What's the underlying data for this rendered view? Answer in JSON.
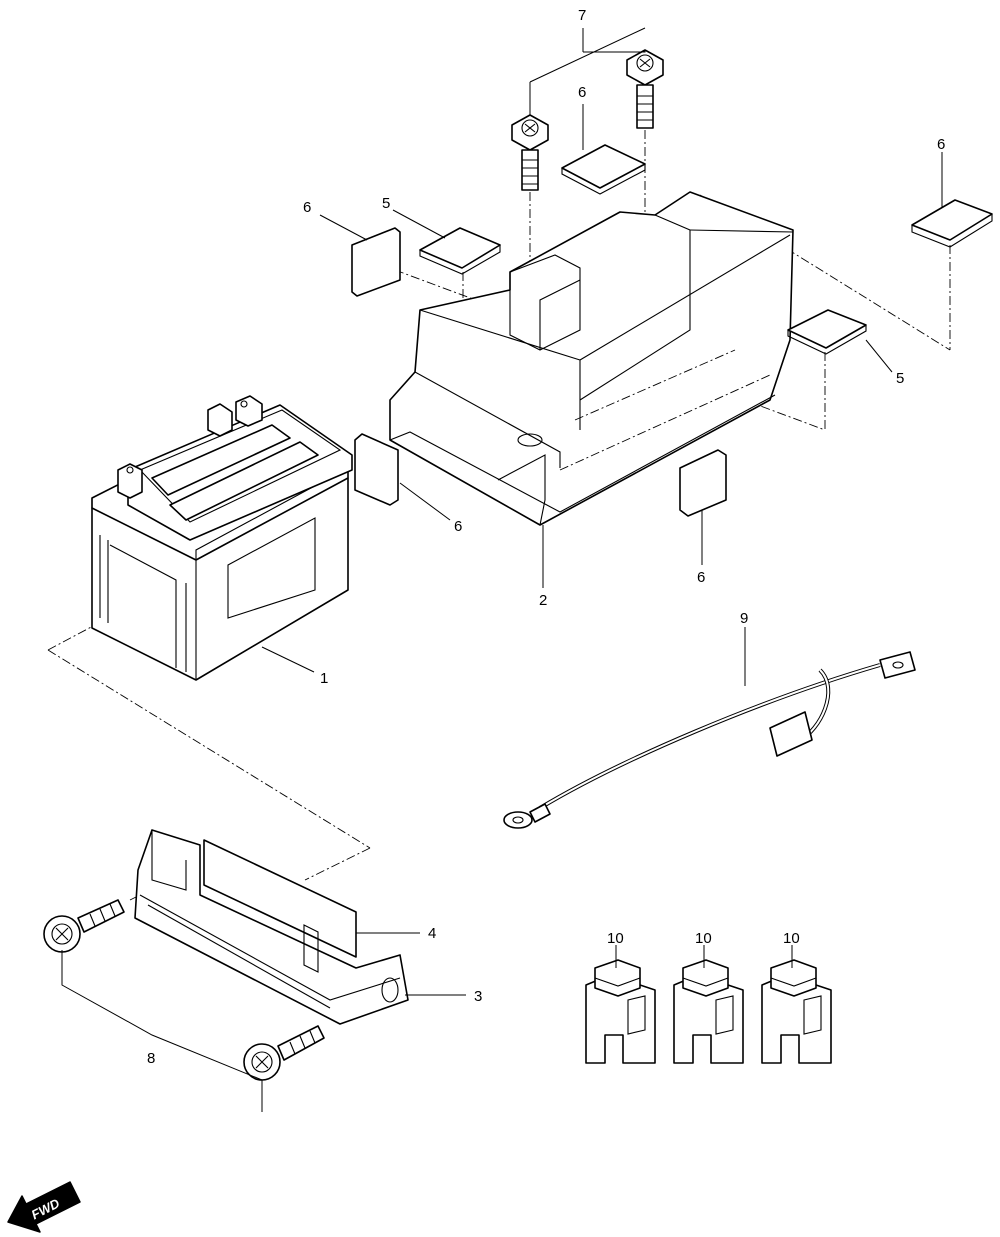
{
  "callouts": {
    "c1": "1",
    "c2": "2",
    "c3": "3",
    "c4": "4",
    "c5a": "5",
    "c5b": "5",
    "c6a": "6",
    "c6b": "6",
    "c6c": "6",
    "c6d": "6",
    "c6e": "6",
    "c7": "7",
    "c8": "8",
    "c9": "9",
    "c10a": "10",
    "c10b": "10",
    "c10c": "10"
  },
  "direction": {
    "label": "FWD",
    "icon": "arrow-down-left-icon"
  }
}
